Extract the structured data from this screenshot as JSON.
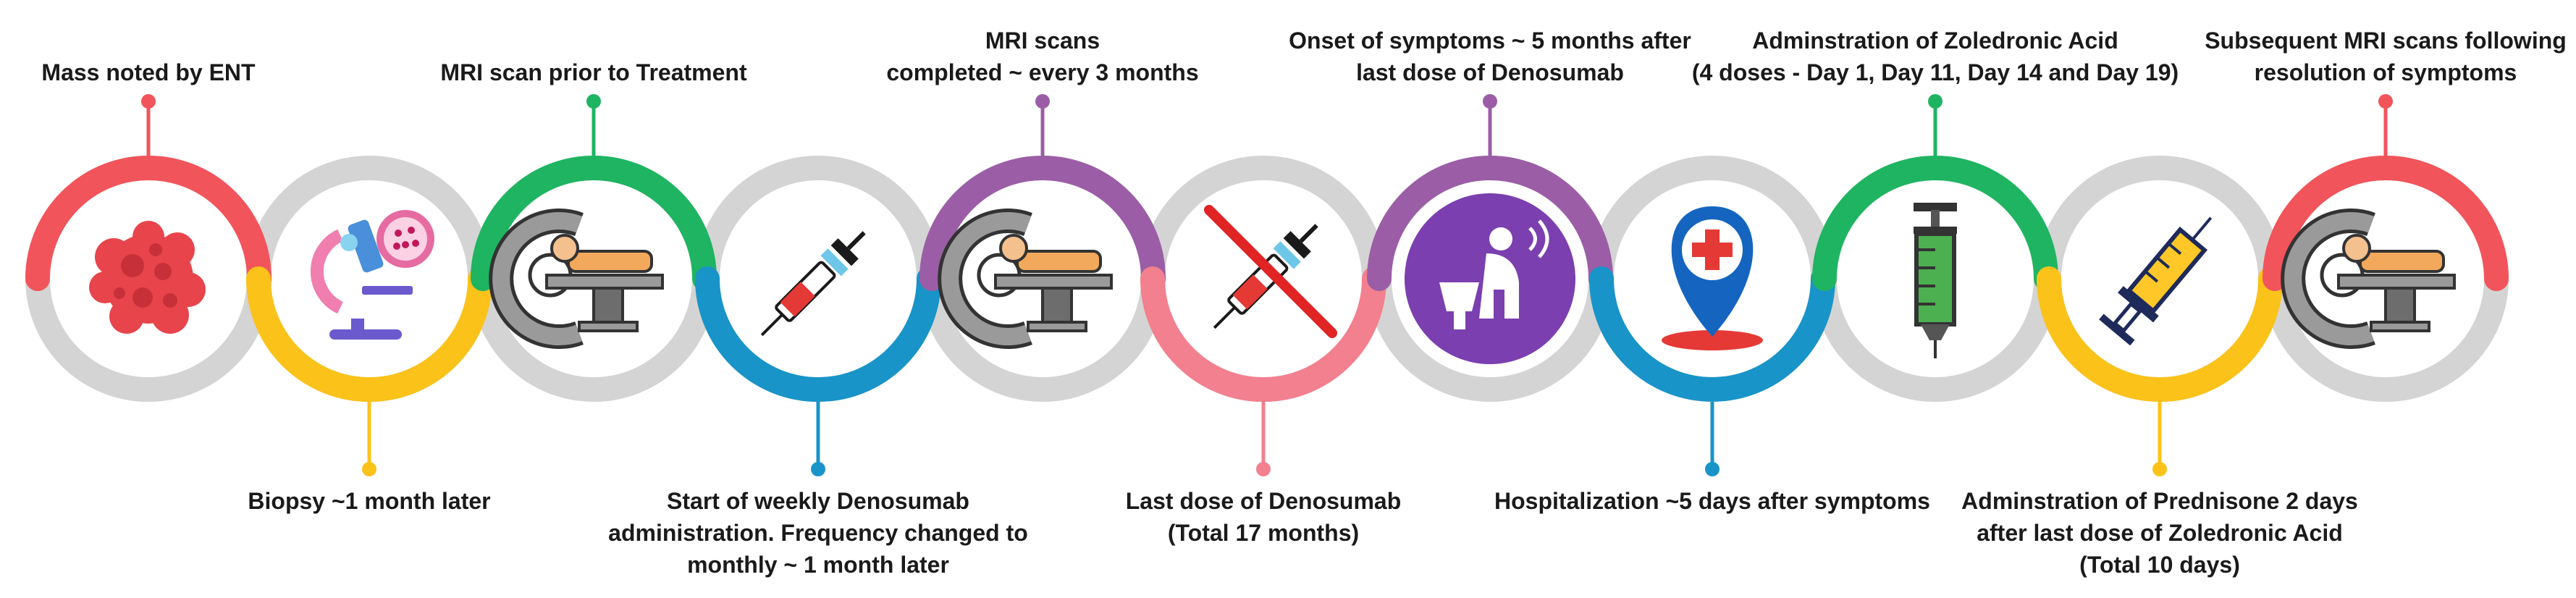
{
  "colors": {
    "red": "#f2545b",
    "yellow": "#fbc21a",
    "green": "#1fb462",
    "blue": "#1894c8",
    "purple": "#9b5ea6",
    "pink": "#f3808f",
    "grey": "#d4d4d4"
  },
  "steps": [
    {
      "icon": "tumor-mass-icon",
      "color": "red",
      "label_position": "top",
      "label_lines": [
        "Mass noted by ENT"
      ]
    },
    {
      "icon": "microscope-icon",
      "color": "yellow",
      "label_position": "bottom",
      "label_lines": [
        "Biopsy ~1 month later"
      ]
    },
    {
      "icon": "mri-scanner-icon",
      "color": "green",
      "label_position": "top",
      "label_lines": [
        "MRI scan prior to Treatment"
      ]
    },
    {
      "icon": "syringe-icon",
      "color": "blue",
      "label_position": "bottom",
      "label_lines": [
        "Start of weekly Denosumab",
        "administration. Frequency changed to",
        "monthly ~ 1 month later"
      ]
    },
    {
      "icon": "mri-scanner-icon",
      "color": "purple",
      "label_position": "top",
      "label_lines": [
        "MRI scans",
        "completed ~ every 3 months"
      ]
    },
    {
      "icon": "no-syringe-icon",
      "color": "pink",
      "label_position": "bottom",
      "label_lines": [
        "Last dose of Denosumab",
        "(Total 17 months)"
      ]
    },
    {
      "icon": "sick-person-icon",
      "color": "purple",
      "label_position": "top",
      "label_lines": [
        "Onset of symptoms ~ 5 months after",
        "last dose of Denosumab"
      ]
    },
    {
      "icon": "hospital-pin-icon",
      "color": "blue",
      "label_position": "bottom",
      "label_lines": [
        "Hospitalization ~5 days after symptoms"
      ]
    },
    {
      "icon": "green-syringe-icon",
      "color": "green",
      "label_position": "top",
      "label_lines": [
        "Adminstration of Zoledronic Acid",
        "(4 doses - Day 1, Day 11, Day 14 and Day 19)"
      ]
    },
    {
      "icon": "yellow-syringe-icon",
      "color": "yellow",
      "label_position": "bottom",
      "label_lines": [
        "Adminstration of Prednisone 2 days",
        "after last dose of Zoledronic Acid",
        "(Total 10 days)"
      ]
    },
    {
      "icon": "mri-scanner-icon",
      "color": "red",
      "label_position": "top",
      "label_lines": [
        "Subsequent MRI scans following",
        "resolution of symptoms"
      ]
    }
  ]
}
